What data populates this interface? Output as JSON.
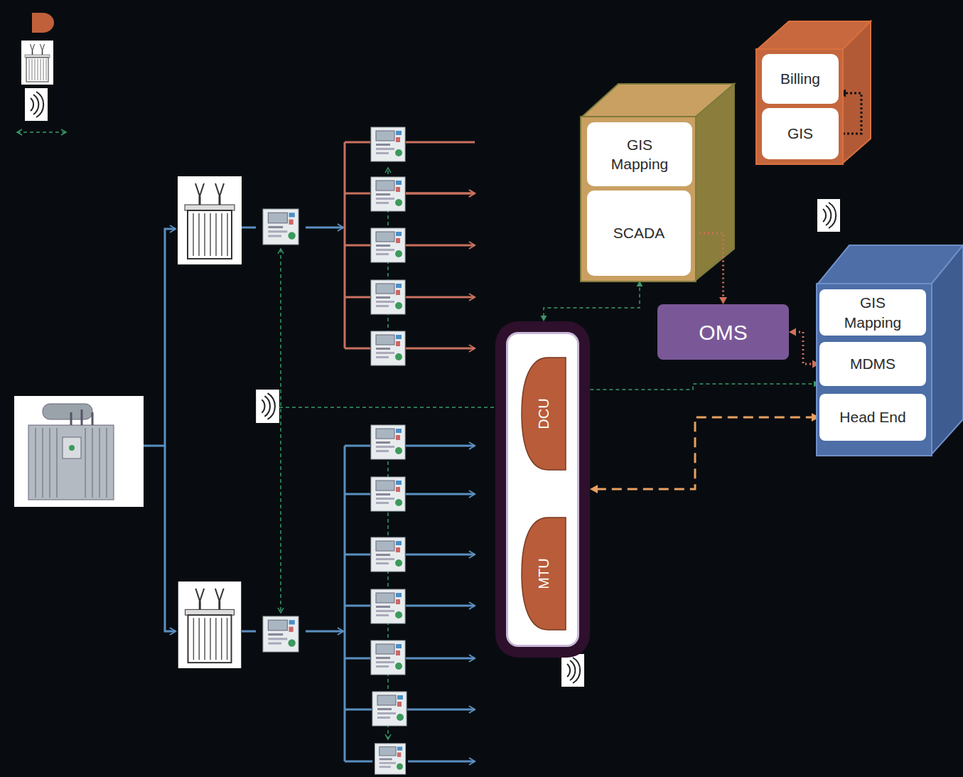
{
  "diagram": {
    "nodes": [
      {
        "text": []
      },
      {
        "text": [
          "GIS Mapping"
        ],
        "in": 0
      },
      {
        "text": [
          "SCADA"
        ],
        "in": 0
      },
      {
        "text": []
      },
      {
        "text": [
          "Billing"
        ],
        "in": 3
      },
      {
        "text": [
          "GIS"
        ],
        "in": 3
      },
      {
        "text": [
          "OMS"
        ]
      },
      {
        "text": []
      },
      {
        "text": [
          "GIS Mapping"
        ],
        "in": 7
      },
      {
        "text": [
          "MDMS"
        ],
        "in": 7
      },
      {
        "text": [
          "Head End"
        ],
        "in": 7
      },
      {
        "text": []
      },
      {
        "text": [
          "DCU"
        ],
        "in": 11
      },
      {
        "text": [
          "MTU"
        ],
        "in": 11
      }
    ],
    "edges": [
      {
        "from": 2,
        "to": 6,
        "arrow": "to"
      },
      {
        "from": 6,
        "to": 9,
        "arrow": "both"
      },
      {
        "from": 11,
        "to": 0,
        "arrow": "both"
      },
      {
        "from": 12,
        "to": 9,
        "arrow": "both"
      },
      {
        "from": 11,
        "to": 10,
        "arrow": "both"
      },
      {
        "from": 5,
        "to": 4,
        "arrow": "to"
      }
    ]
  }
}
